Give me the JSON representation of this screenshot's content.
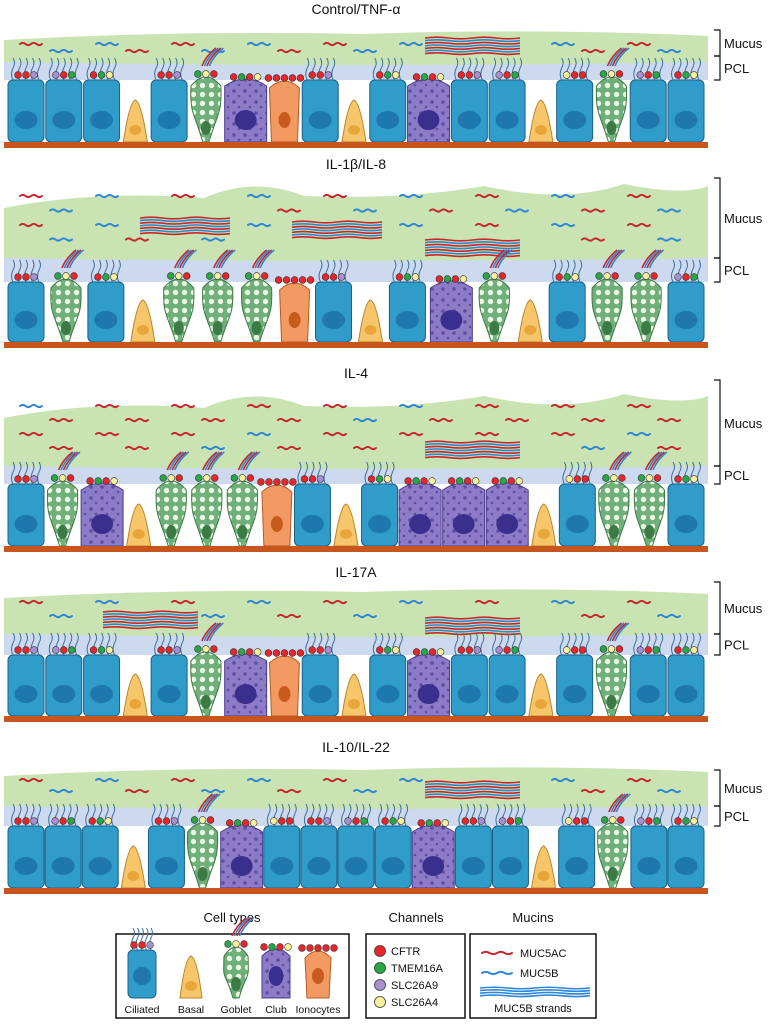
{
  "panels": [
    {
      "title": "Control/TNF-α",
      "mucus_label": "Mucus",
      "pcl_label": "PCL",
      "cells": [
        "ciliated",
        "ciliated",
        "ciliated",
        "basal",
        "ciliated",
        "goblet",
        "club",
        "ionocyte",
        "ciliated",
        "basal",
        "ciliated",
        "club",
        "ciliated",
        "ciliated",
        "basal",
        "ciliated",
        "goblet",
        "ciliated",
        "ciliated"
      ]
    },
    {
      "title": "IL-1β/IL-8",
      "mucus_label": "Mucus",
      "pcl_label": "PCL",
      "cells": [
        "ciliated",
        "goblet",
        "ciliated",
        "basal",
        "goblet",
        "goblet",
        "goblet",
        "ionocyte",
        "ciliated",
        "basal",
        "ciliated",
        "club",
        "goblet",
        "basal",
        "ciliated",
        "goblet",
        "goblet",
        "ciliated"
      ]
    },
    {
      "title": "IL-4",
      "mucus_label": "Mucus",
      "pcl_label": "PCL",
      "cells": [
        "ciliated",
        "goblet",
        "club",
        "basal",
        "goblet",
        "goblet",
        "goblet",
        "ionocyte",
        "ciliated",
        "basal",
        "ciliated",
        "club",
        "club",
        "club",
        "basal",
        "ciliated",
        "goblet",
        "goblet",
        "ciliated"
      ]
    },
    {
      "title": "IL-17A",
      "mucus_label": "Mucus",
      "pcl_label": "PCL",
      "cells": [
        "ciliated",
        "ciliated",
        "ciliated",
        "basal",
        "ciliated",
        "goblet",
        "club",
        "ionocyte",
        "ciliated",
        "basal",
        "ciliated",
        "club",
        "ciliated",
        "ciliated",
        "basal",
        "ciliated",
        "goblet",
        "ciliated",
        "ciliated"
      ]
    },
    {
      "title": "IL-10/IL-22",
      "mucus_label": "Mucus",
      "pcl_label": "PCL",
      "cells": [
        "ciliated",
        "ciliated",
        "ciliated",
        "basal",
        "ciliated",
        "goblet",
        "club",
        "ciliated",
        "ciliated",
        "ciliated",
        "ciliated",
        "club",
        "ciliated",
        "ciliated",
        "basal",
        "ciliated",
        "goblet",
        "ciliated",
        "ciliated"
      ]
    }
  ],
  "legend": {
    "cell_types": {
      "title": "Cell types",
      "items": [
        {
          "label": "Ciliated",
          "kind": "ciliated"
        },
        {
          "label": "Basal",
          "kind": "basal"
        },
        {
          "label": "Goblet",
          "kind": "goblet"
        },
        {
          "label": "Club",
          "kind": "club"
        },
        {
          "label": "Ionocytes",
          "kind": "ionocyte"
        }
      ]
    },
    "channels": {
      "title": "Channels",
      "items": [
        {
          "label": "CFTR",
          "color": "#e8262a"
        },
        {
          "label": "TMEM16A",
          "color": "#28a745"
        },
        {
          "label": "SLC26A9",
          "color": "#a98fd1"
        },
        {
          "label": "SLC26A4",
          "color": "#f6f19a"
        }
      ]
    },
    "mucins": {
      "title": "Mucins",
      "items": [
        {
          "label": "MUC5AC",
          "color": "#c8262a"
        },
        {
          "label": "MUC5B",
          "color": "#2f86d6"
        },
        {
          "label": "MUC5B strands",
          "color": "#2f86d6"
        }
      ]
    }
  },
  "colors": {
    "mucus": "#c9e3b3",
    "pcl": "#ccd9ee",
    "ciliated": "#2f9cc9",
    "ciliated_nucleus": "#1f78ad",
    "basal": "#f7c56a",
    "goblet": "#6fb07a",
    "club": "#8c7bc6",
    "ionocyte": "#f29a62",
    "membrane": "#c7561e",
    "muc5ac": "#c8262a",
    "muc5b": "#2f86d6"
  }
}
